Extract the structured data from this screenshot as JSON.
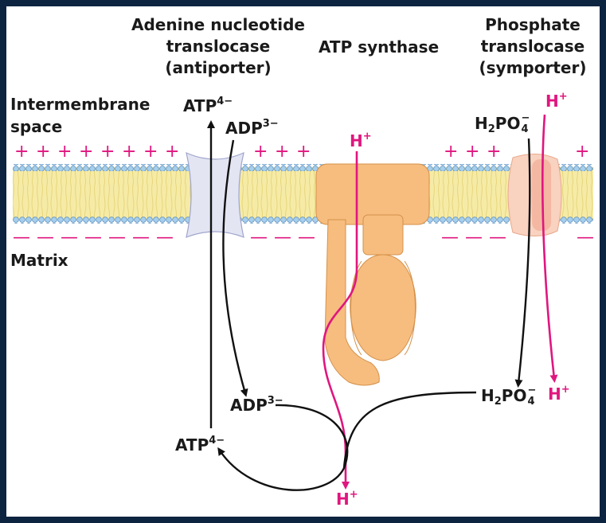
{
  "labels": {
    "adenine_title": [
      "Adenine nucleotide",
      "translocase",
      "(antiporter)"
    ],
    "atp_synthase_title": "ATP synthase",
    "phosphate_title": [
      "Phosphate",
      "translocase",
      "(symporter)"
    ],
    "intermembrane": [
      "Intermembrane",
      "space"
    ],
    "matrix": "Matrix"
  },
  "chemicals": {
    "atp": "ATP",
    "atp_charge": "4−",
    "adp": "ADP",
    "adp_charge": "3−",
    "proton_base": "H",
    "proton_charge": "+",
    "phosphate_base": "H",
    "phosphate_sub1": "2",
    "phosphate_mid": "PO",
    "phosphate_sub2": "4",
    "phosphate_charge": "−"
  },
  "membrane_signs": {
    "positive": "+",
    "negative": "—"
  },
  "colors": {
    "background": "#0d2440",
    "proton": "#e0167f",
    "synthase": "#f7bd7f",
    "adenine_transporter": "#e3e5f3",
    "phosphate_transporter": "#f9d2c0",
    "lipid_core": "#f6eba6",
    "lipid_head": "#9ec8e6"
  }
}
